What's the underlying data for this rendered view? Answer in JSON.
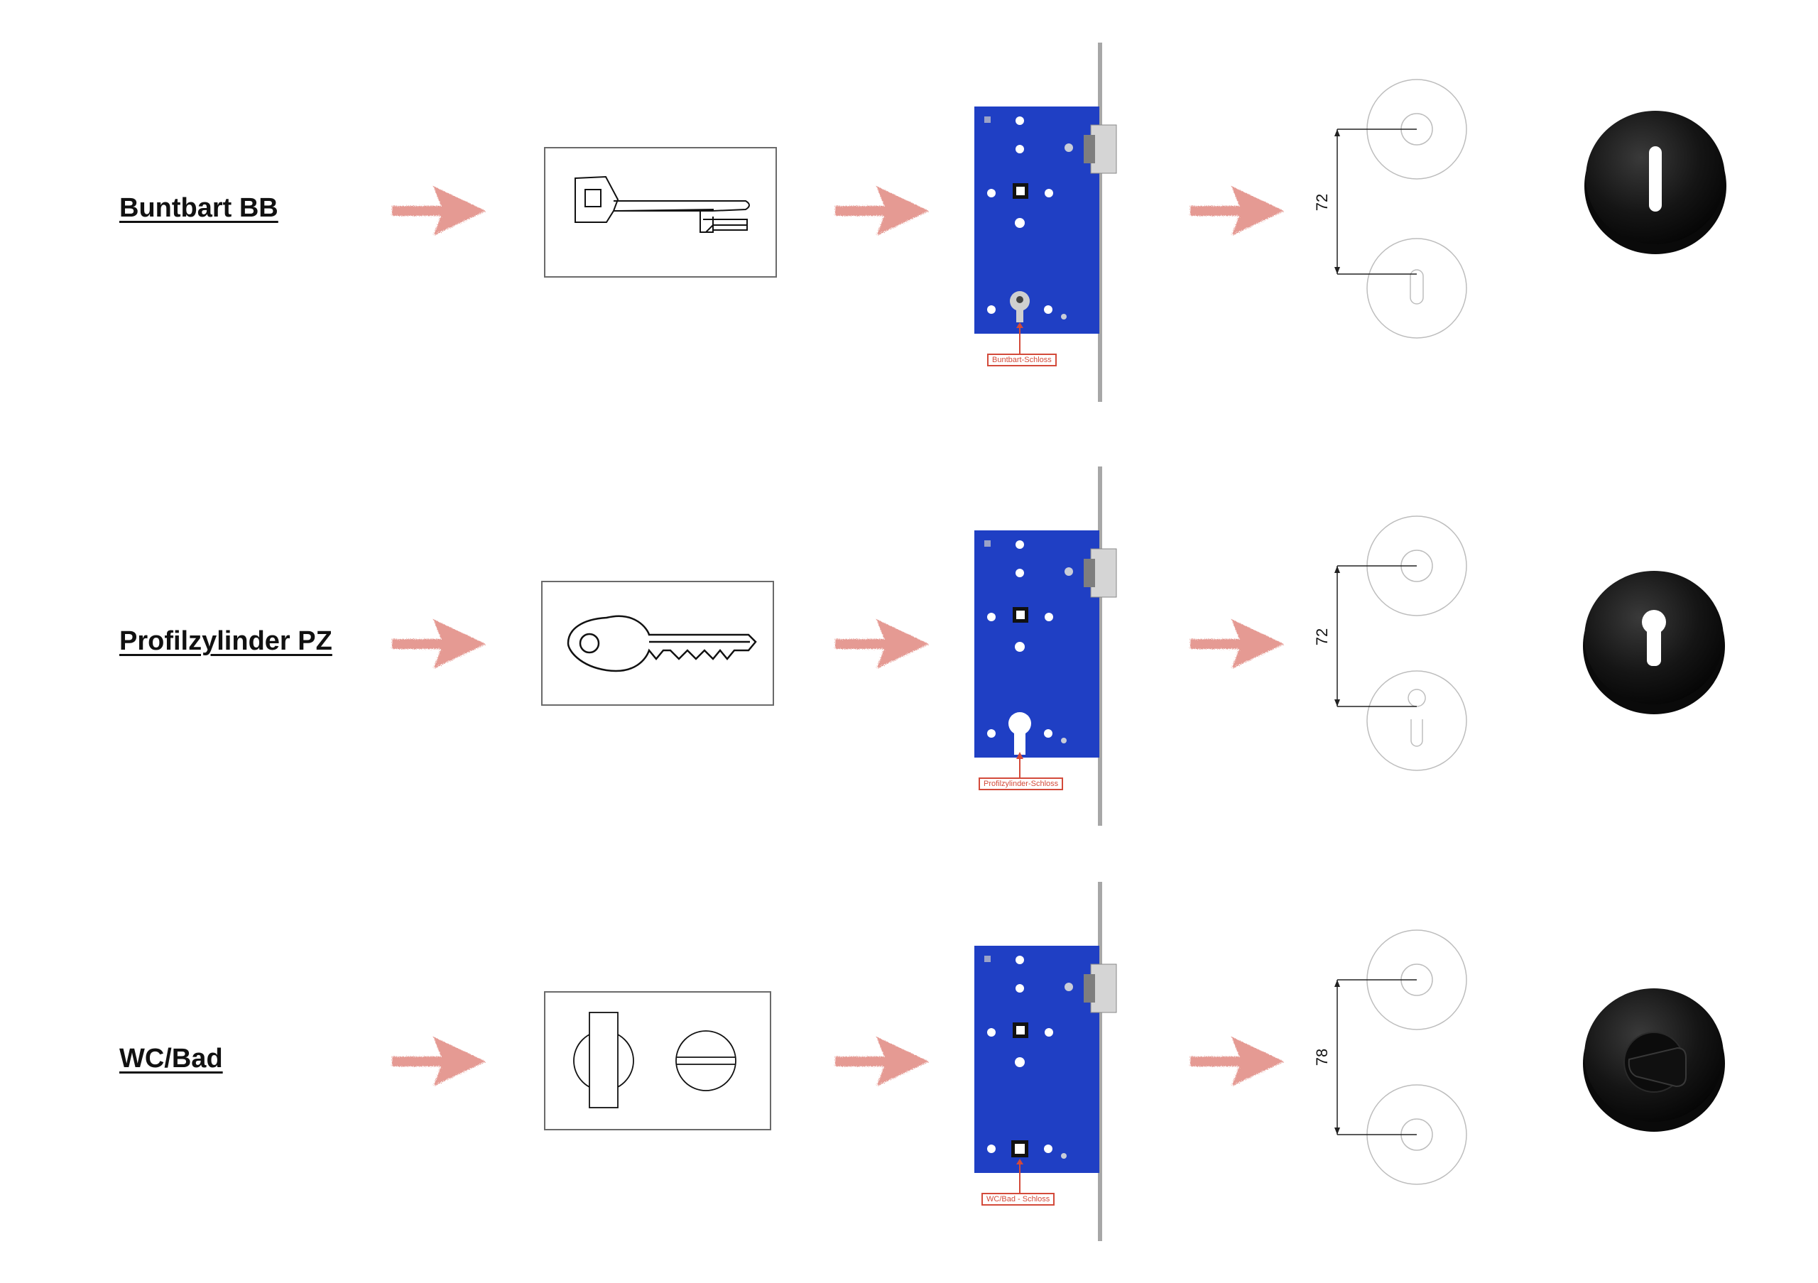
{
  "rows": [
    {
      "title": "Buntbart BB",
      "lock_label": "Buntbart-Schloss",
      "dimension": "72",
      "key_type": "buntbart-key-icon",
      "rosette_type": "keyhole-rosette-icon"
    },
    {
      "title": "Profilzylinder PZ",
      "lock_label": "Profilzylinder-Schloss",
      "dimension": "72",
      "key_type": "cylinder-key-icon",
      "rosette_type": "cylinder-rosette-icon"
    },
    {
      "title": "WC/Bad",
      "lock_label": "WC/Bad - Schloss",
      "dimension": "78",
      "key_type": "wc-turn-icon",
      "rosette_type": "wc-rosette-icon"
    }
  ],
  "colors": {
    "arrow": "#e59a93",
    "lock_body": "#1f3fc4",
    "label_red": "#d34a3a",
    "rosette": "#141414"
  }
}
